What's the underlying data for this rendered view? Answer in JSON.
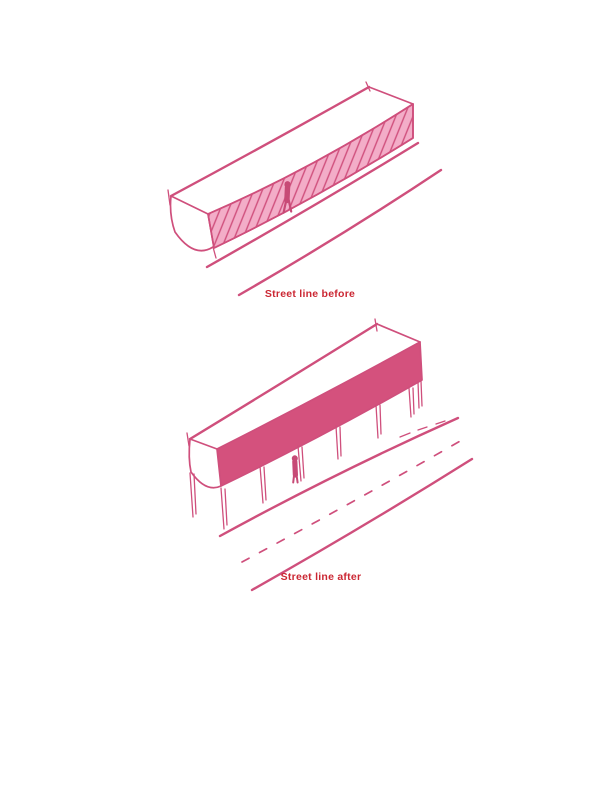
{
  "page": {
    "kind": "architectural concept sketch sheet",
    "captions": {
      "before": "Street line before",
      "after": "Street line after"
    }
  },
  "colors": {
    "page_bg": "#ffffff",
    "sketch_pink": "#cf4f7c",
    "facade_light": "#f3adc8",
    "facade_solid": "#d4517d",
    "figure_pink": "#c74a76",
    "label_red": "#cb2733"
  }
}
